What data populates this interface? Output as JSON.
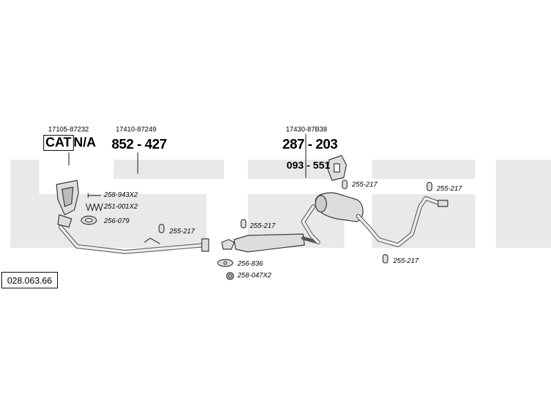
{
  "watermark": {
    "text": "bosal",
    "color": "#e9e9e9"
  },
  "reference_number": "028.063.66",
  "oe_numbers": [
    {
      "id": "front",
      "text": "17105-87232"
    },
    {
      "id": "center",
      "text": "17410-87249"
    },
    {
      "id": "rear",
      "text": "17430-87B38"
    }
  ],
  "main_parts": [
    {
      "id": "cat",
      "prefix": "CAT",
      "suffix": "N/A"
    },
    {
      "id": "center",
      "text": "852 - 427"
    },
    {
      "id": "rear",
      "text": "287 - 203"
    },
    {
      "id": "heat-shield",
      "text": "093 - 551"
    }
  ],
  "accessories": [
    {
      "id": "bolt",
      "text": "258-943X2"
    },
    {
      "id": "spring",
      "text": "251-001X2"
    },
    {
      "id": "ring",
      "text": "256-079"
    },
    {
      "id": "hanger-1",
      "text": "255-217"
    },
    {
      "id": "hanger-2",
      "text": "255-217"
    },
    {
      "id": "gasket",
      "text": "256-836"
    },
    {
      "id": "nut",
      "text": "258-047X2"
    },
    {
      "id": "hanger-3",
      "text": "255-217"
    },
    {
      "id": "hanger-4",
      "text": "255-217"
    },
    {
      "id": "hanger-5",
      "text": "255-217"
    }
  ],
  "colors": {
    "line": "#333333",
    "part_fill": "#d8d8d8",
    "part_stroke": "#555555"
  }
}
